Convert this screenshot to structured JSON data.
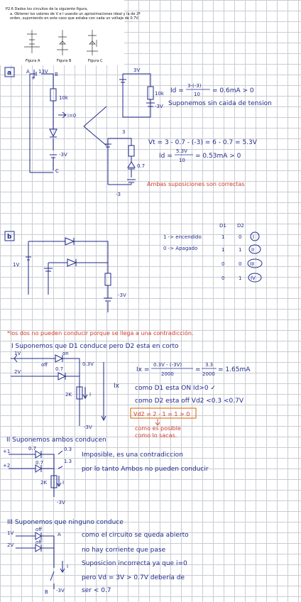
{
  "header": {
    "problem_title": "P2.6  Dados los circuitos de la siguiente figura,",
    "problem_line1": "a.   Obtener los valores de V e I usando un aproximaciones ideal y la de 2ª",
    "problem_line2": "orden, suponiendo en este caso que estaba con cada un voltaje de 0.7V.",
    "fig_labels": [
      "Figura A",
      "Figura B",
      "Figura C"
    ]
  },
  "section_a": {
    "tag": "a",
    "circuit_labels": {
      "A": "A",
      "plus": "+",
      "v13": "13V",
      "B": "B",
      "R": "10k",
      "i0": "i=0",
      "m3": "-3V",
      "C": "C"
    },
    "right_top": {
      "v3": "3V",
      "r": "10k",
      "m3": "-3V",
      "eq_lhs": "Id =",
      "eq_num": "3-(-3)",
      "eq_den": "10",
      "eq_res": "= 0.6mA > 0",
      "note": "Suponemos sin caida de tension"
    },
    "right_bottom": {
      "v3": "3",
      "v07": "0.7",
      "m3": "-3",
      "vt_line": "Vt = 3 - 0.7 - (-3) = 6 - 0.7 = 5.3V",
      "id_lhs": "Id =",
      "id_num": "5.3V",
      "id_den": "10",
      "id_res": "= 0.53mA > 0",
      "conclusion": "Ambas suposiciones son correctas"
    }
  },
  "section_b": {
    "tag": "b",
    "v1": "1V",
    "m3": "-3V",
    "legend_on": "1 -> encendido",
    "legend_off": "0 -> Apagado",
    "table": {
      "headers": [
        "D1",
        "D2"
      ],
      "rows": [
        [
          "1",
          "0",
          "I"
        ],
        [
          "1",
          "1",
          "II"
        ],
        [
          "0",
          "0",
          "III"
        ],
        [
          "0",
          "1",
          "IV"
        ]
      ]
    },
    "red_note": "*los dos no pueden conducir porque se llega a una contradicción.",
    "case1": {
      "title": "I Suponemos que D1 conduce pero D2 esta en corto",
      "c_1v": "1V",
      "c_2v": "2V",
      "c_on": "on",
      "c_off": "off",
      "c_07": "0.7",
      "c_03": "0.3V",
      "c_2k": "2K",
      "c_I": "I",
      "c_m3": "-3V",
      "c_Ix": "Ix",
      "eq_lhs": "Ix =",
      "eq_num": "0.3V - (-3V)",
      "eq_den": "2000",
      "eq_mid": "=",
      "eq_num2": "3.3",
      "eq_den2": "2000",
      "eq_res": "= 1.65mA",
      "line2": "como D1 esta ON  Id>0 ✓",
      "line3": "como D2 esta off  Vd2 <0.3 <0.7V",
      "box": "Vd2 = 2 - 1 = 1 > 0",
      "x_note1": "como es posible",
      "x_note2": "como lo sacas."
    },
    "case2": {
      "title": "II Suponemos ambos conducen",
      "c_p1": "+1",
      "c_p2": "+2",
      "c_07a": "0.7",
      "c_07b": "0.7",
      "c_03": "0.3",
      "c_13": "1.3",
      "c_2k": "2K",
      "c_I": "I",
      "c_m3": "-3V",
      "line1": "Imposible, es una contradiccion",
      "line2": "por lo tanto Ambos no pueden conducir"
    },
    "case3": {
      "title": "III Suponemos que ninguno conduce",
      "c_1v": "1V",
      "c_2v": "2V",
      "c_off1": "off",
      "c_off2": "off",
      "c_A": "A",
      "c_I": "I",
      "c_B": "B",
      "c_m3": "-3V",
      "line1": "como el circuito se queda abierto",
      "line2": "no hay corriente que pase",
      "line3": "Suposicion incorrecta ya que i=0",
      "line4": "pero  Vd = 3V > 0.7V debería de",
      "line5": "ser  < 0.7"
    }
  }
}
